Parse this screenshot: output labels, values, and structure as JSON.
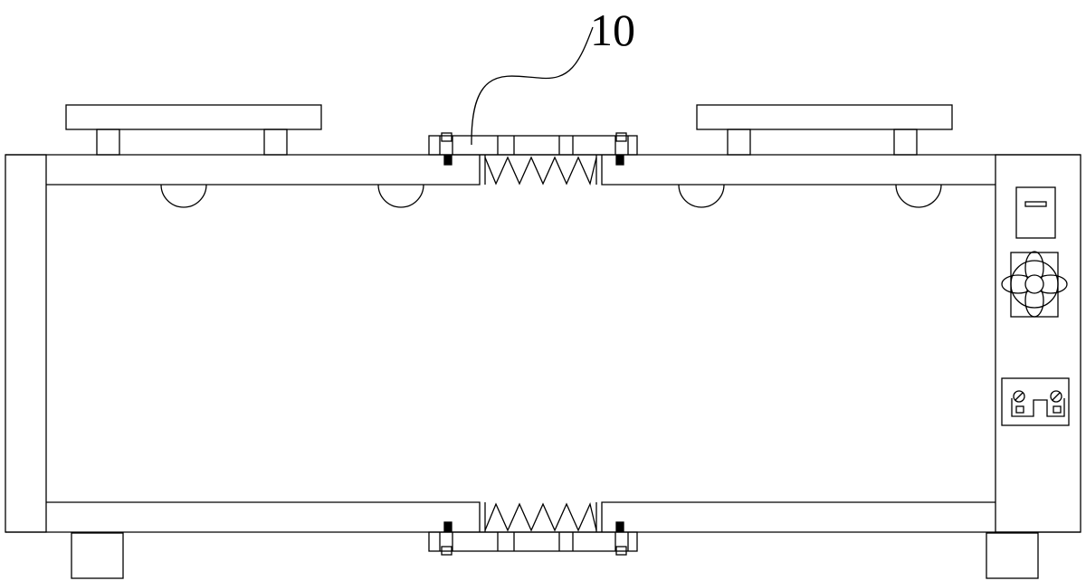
{
  "figure": {
    "reference_label": "10",
    "line_color": "#000000",
    "background_color": "#ffffff",
    "components": [
      "top-left-platform",
      "top-right-platform",
      "frame-body",
      "left-end-post",
      "right-control-panel",
      "top-spring-joint",
      "bottom-spring-joint",
      "left-foot",
      "right-foot",
      "switch-box",
      "fan-unit",
      "circuit-board"
    ]
  }
}
